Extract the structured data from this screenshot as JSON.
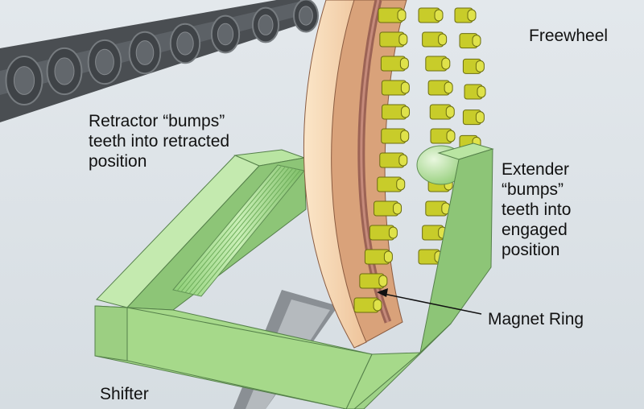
{
  "labels": {
    "freewheel": "Freewheel",
    "retractor": [
      "Retractor “bumps”",
      "teeth into retracted",
      "position"
    ],
    "extender": [
      "Extender",
      "“bumps”",
      "teeth into",
      "engaged",
      "position"
    ],
    "magnet_ring": "Magnet Ring",
    "shifter": "Shifter"
  },
  "colors": {
    "chain": "#555a5e",
    "wheel_face": "#f5d4a8",
    "wheel_side": "#d9a27a",
    "teeth": "#c8cc2a",
    "magnet_ring": "#9c6355",
    "shifter": "#a6d98a",
    "bump": "#b8e2a0"
  }
}
